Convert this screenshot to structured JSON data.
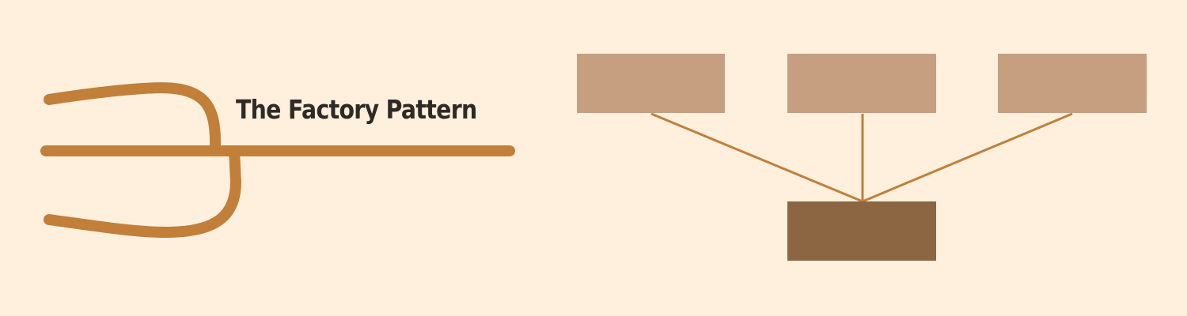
{
  "title": "The Factory Pattern",
  "colors": {
    "background": "#FEF0DD",
    "accent": "#C17F3A",
    "product_box": "#C69F80",
    "factory_box": "#8C6543",
    "title_text": "#2F2A26"
  },
  "diagram": {
    "products": [
      {
        "name": "product-box-left"
      },
      {
        "name": "product-box-center"
      },
      {
        "name": "product-box-right"
      }
    ],
    "factory": {
      "name": "factory-box"
    }
  }
}
